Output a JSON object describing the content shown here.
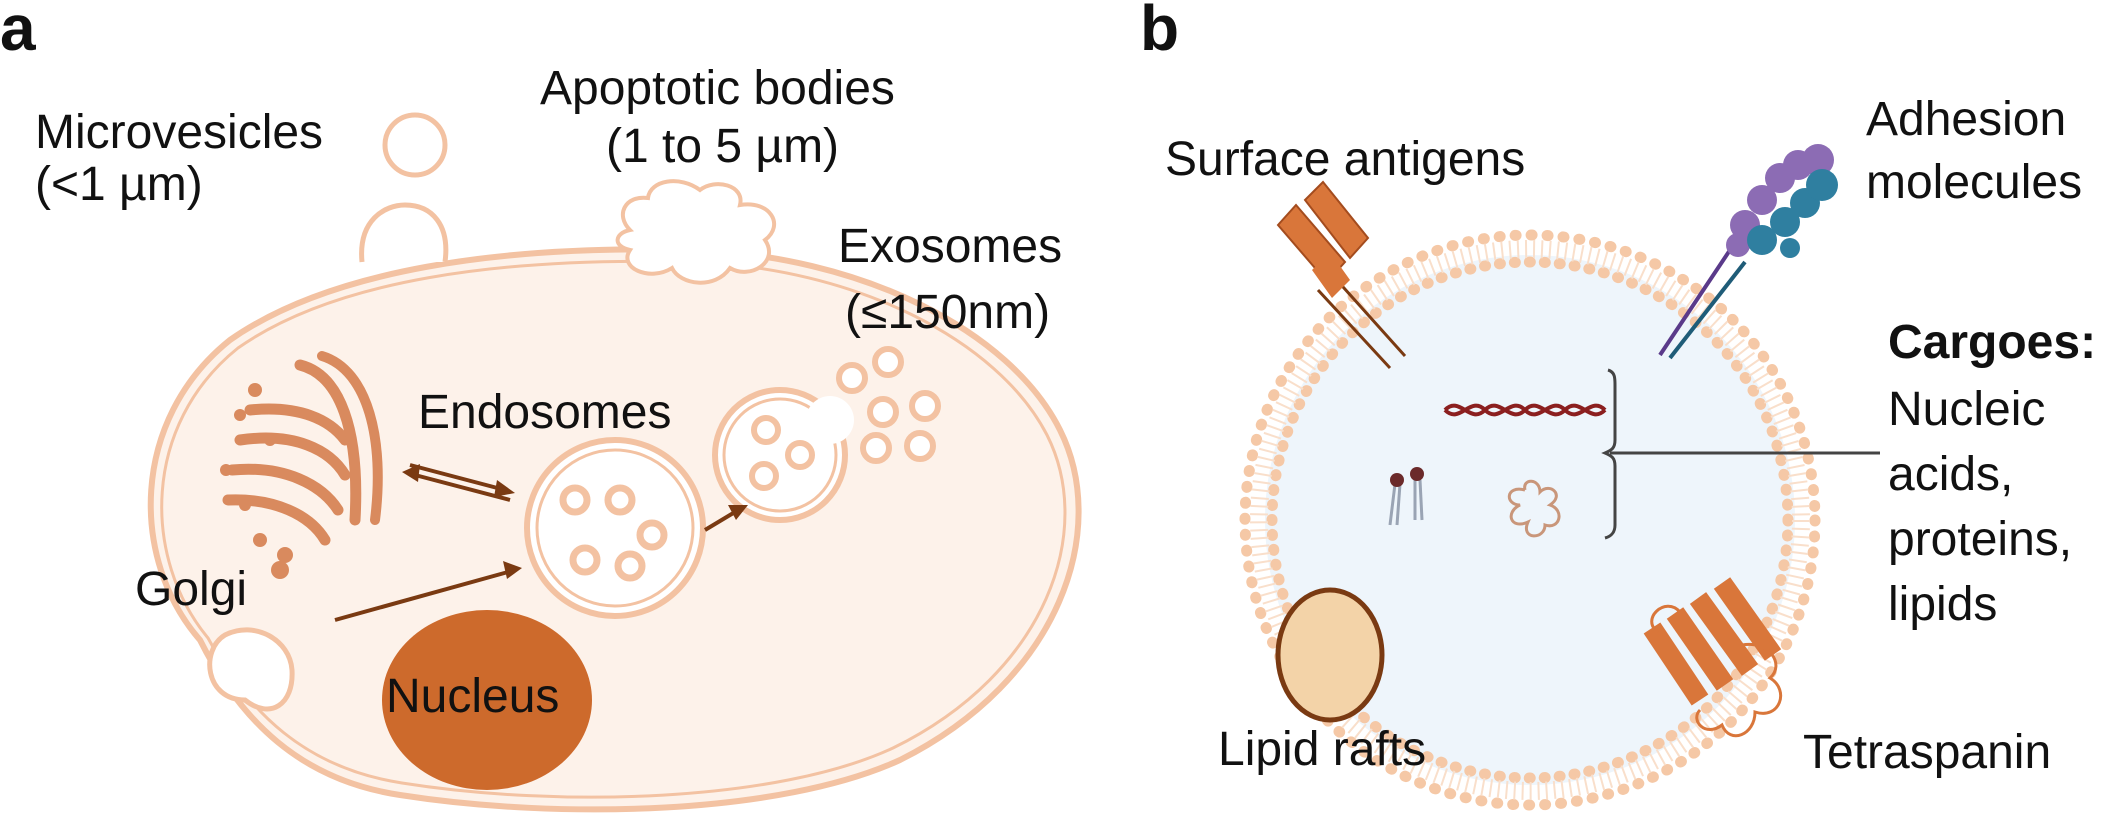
{
  "panels": {
    "a": {
      "letter": "a",
      "microvesicles": "Microvesicles",
      "microvesicles_size": "(<1 µm)",
      "apoptotic_bodies": "Apoptotic bodies",
      "apoptotic_bodies_size": "(1 to 5 µm)",
      "exosomes": "Exosomes",
      "exosomes_size": "(≤150nm)",
      "endosomes": "Endosomes",
      "golgi": "Golgi",
      "nucleus": "Nucleus"
    },
    "b": {
      "letter": "b",
      "surface_antigens": "Surface antigens",
      "adhesion_line1": "Adhesion",
      "adhesion_line2": "molecules",
      "cargoes_title": "Cargoes:",
      "cargoes_line1": "Nucleic",
      "cargoes_line2": "acids,",
      "cargoes_line3": "proteins,",
      "cargoes_line4": "lipids",
      "lipid_rafts": "Lipid rafts",
      "tetraspanin": "Tetraspanin"
    }
  },
  "colors": {
    "cell_stroke": "#f3c2a2",
    "cell_fill": "#fdf2ea",
    "golgi": "#d98a5e",
    "nucleus": "#cd6a2c",
    "arrow": "#7a3a12",
    "membrane_dot": "#f5c8a6",
    "exosome_interior": "#eef5fb",
    "antigen": "#d9763a",
    "adhesion_purple": "#8c6cb4",
    "adhesion_teal": "#2f7fa0",
    "dna": "#8b1f1f",
    "lipid_raft": "#f3d3a8"
  },
  "icons": [
    "golgi-icon",
    "nucleus-icon",
    "dna-icon",
    "protein-icon",
    "lipid-icon",
    "surface-antigen-icon",
    "adhesion-molecule-icon",
    "tetraspanin-icon",
    "lipid-raft-icon"
  ]
}
